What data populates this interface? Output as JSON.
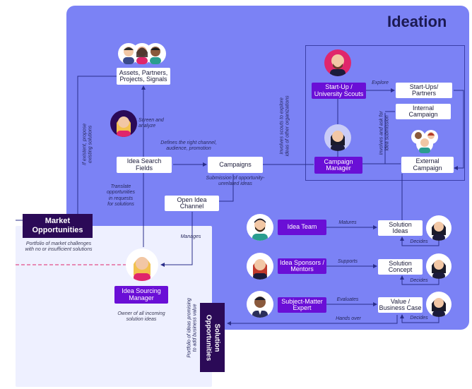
{
  "title": "Ideation",
  "nodes": {
    "assets": "Assets, Partners,\nProjects, Signals",
    "idea_search_fields": "Idea Search\nFields",
    "campaigns": "Campaigns",
    "open_idea_channel": "Open Idea\nChannel",
    "startup_scouts": "Start-Up /\nUniversity Scouts",
    "startups_partners": "Start-Ups/\nPartners",
    "internal_campaign": "Internal\nCampaign",
    "external_campaign": "External\nCampaign",
    "campaign_manager": "Campaign\nManager",
    "idea_team": "Idea Team",
    "idea_sponsors": "Idea Sponsors /\nMentors",
    "subject_matter_expert": "Subject-Matter\nExpert",
    "solution_ideas": "Solution\nIdeas",
    "solution_concept": "Solution\nConcept",
    "value_business_case": "Value /\nBusiness Case",
    "idea_sourcing_manager": "Idea Sourcing\nManager",
    "market_opportunities": "Market\nOpportunities",
    "solution_opportunities": "Solution\nOpportunities"
  },
  "annotations": {
    "screen_analyze": "Screen and\nanalyze",
    "defines_channel": "Defines the right channel,\naudience, promotion",
    "submission": "Submission of opportunity-\nunrelated ideas",
    "translate": "Translate\nopportunities\nin requests\nfor solutions",
    "manages": "Manages",
    "explore": "Explore",
    "involves_scouts": "Involves scouts to explore\nideas of other organizations",
    "involves_ask": "Involves and ask for\nidea submission",
    "if_existent": "If existent, propose\nexisting solutions",
    "portfolio_market": "Portfolio of market challenges\nwith no or insufficient solutions",
    "owner": "Owner of all incoming\nsolution ideas",
    "portfolio_ideas": "Portfolio of ideas promising\nto add business value",
    "matures": "Matures",
    "supports": "Supports",
    "evaluates": "Evaluates",
    "decides_1": "Decides",
    "decides_2": "Decides",
    "decides_3": "Decides",
    "hands_over": "Hands over"
  },
  "colors": {
    "panel": "#7b82f5",
    "purple_box": "#6a0fd6",
    "dark_box": "#2b0a57",
    "title": "#1c1a52",
    "market_panel": "#eef0ff",
    "dashed_line": "#e0266b"
  },
  "icons": [
    "people-group-icon",
    "bald-man-avatar-icon",
    "blonde-woman-avatar-icon",
    "dark-hair-woman-avatar-icon",
    "bearded-man-avatar-icon",
    "redhead-woman-avatar-icon",
    "man-in-suit-avatar-icon"
  ]
}
